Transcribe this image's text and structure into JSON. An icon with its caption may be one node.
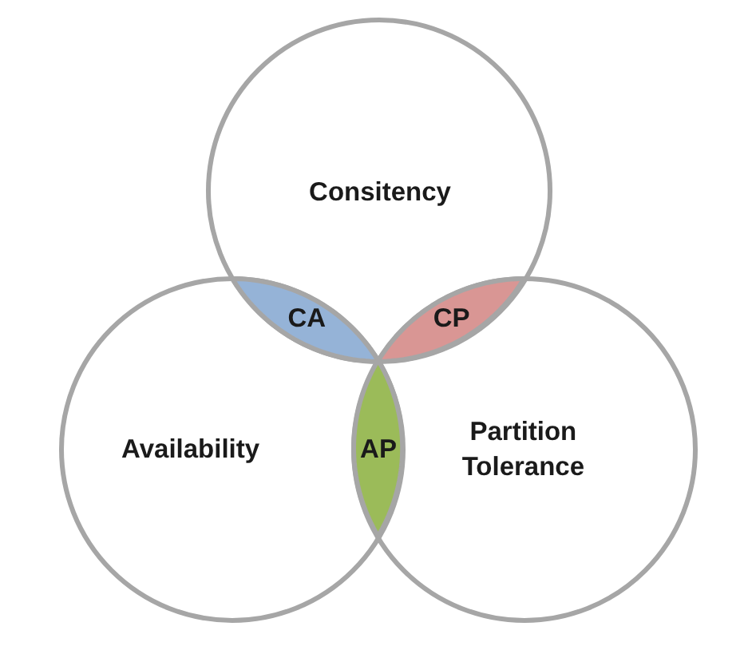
{
  "diagram": {
    "nodes": [
      {
        "text": [
          "Consitency"
        ]
      },
      {
        "text": [
          "CA"
        ]
      },
      {
        "text": [
          "CP"
        ]
      },
      {
        "text": [
          "Availability"
        ]
      },
      {
        "text": [
          "AP"
        ]
      },
      {
        "text": [
          "Partition Tolerance"
        ]
      }
    ]
  }
}
